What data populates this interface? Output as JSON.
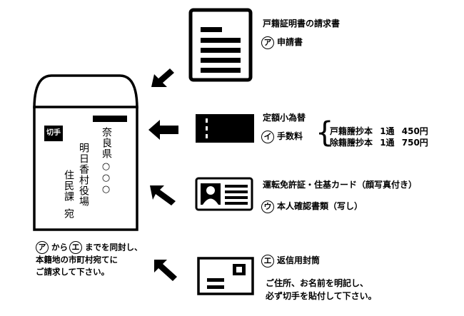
{
  "envelope": {
    "stamp_label": "切手",
    "address_prefecture": "奈良県",
    "address_placeholder": "○○○",
    "address_village": "明日香村役場",
    "address_department": "住民課",
    "address_honorific": "宛"
  },
  "instructions": {
    "line1_marker_a": "ア",
    "line1_text_a": "から",
    "line1_marker_b": "エ",
    "line1_text_b": "までを同封し、",
    "line2": "本籍地の市町村宛てに",
    "line3": "ご請求して下さい。"
  },
  "items": {
    "a": {
      "title": "戸籍証明書の請求書",
      "marker": "ア",
      "label": "申請書"
    },
    "b": {
      "title": "定額小為替",
      "marker": "イ",
      "label": "手数料",
      "fees": [
        {
          "name": "戸籍謄抄本",
          "unit": "1通",
          "price": "450円"
        },
        {
          "name": "除籍謄抄本",
          "unit": "1通",
          "price": "750円"
        }
      ]
    },
    "c": {
      "title": "運転免許証・住基カード（顔写真付き）",
      "marker": "ウ",
      "label": "本人確認書類（写し）"
    },
    "d": {
      "marker": "エ",
      "title": "返信用封筒",
      "note_line1": "ご住所、お名前を明記し、",
      "note_line2": "必ず切手を貼付して下さい。"
    }
  },
  "icons": {
    "document": "document-icon",
    "money_order": "money-order-icon",
    "id_card": "id-card-icon",
    "return_envelope": "envelope-icon",
    "arrows": "arrow-icon"
  }
}
